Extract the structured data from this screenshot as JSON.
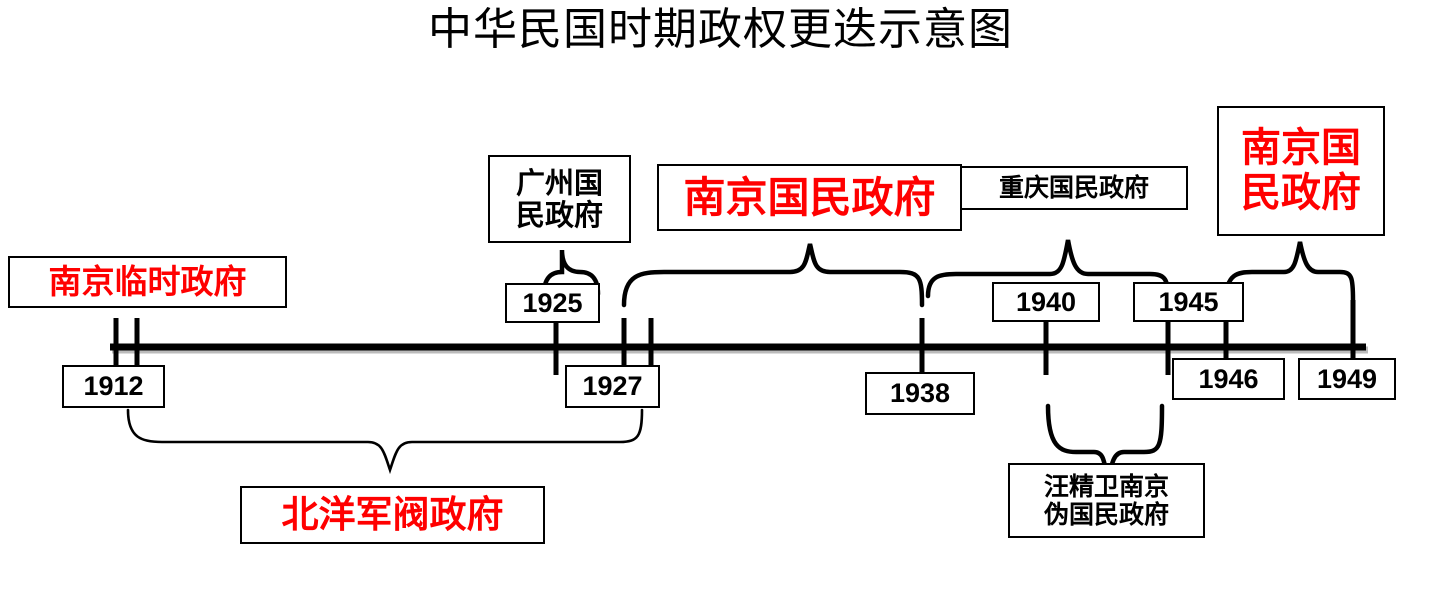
{
  "title": "中华民国时期政权更迭示意图",
  "colors": {
    "accent_red": "#FF0000",
    "text_black": "#000000",
    "line_black": "#000000",
    "background": "#FFFFFF"
  },
  "timeline": {
    "orientation": "horizontal",
    "start_year": "1912",
    "end_year": "1949",
    "year_markers": [
      {
        "id": "y1912",
        "label": "1912",
        "position_below": true
      },
      {
        "id": "y1925",
        "label": "1925",
        "position_below": false
      },
      {
        "id": "y1927",
        "label": "1927",
        "position_below": true
      },
      {
        "id": "y1938",
        "label": "1938",
        "position_below": true
      },
      {
        "id": "y1940",
        "label": "1940",
        "position_below": false
      },
      {
        "id": "y1945",
        "label": "1945",
        "position_below": false
      },
      {
        "id": "y1946",
        "label": "1946",
        "position_below": true
      },
      {
        "id": "y1949",
        "label": "1949",
        "position_below": true
      }
    ]
  },
  "governments": [
    {
      "id": "nanjing-provisional",
      "label": "南京临时政府",
      "color": "red",
      "span": "1912",
      "side": "above"
    },
    {
      "id": "guangzhou-national",
      "label_line1": "广州国",
      "label_line2": "民政府",
      "color": "black",
      "span": "1925-1927",
      "side": "above"
    },
    {
      "id": "nanjing-national",
      "label": "南京国民政府",
      "color": "red",
      "span": "1927-1938",
      "side": "above"
    },
    {
      "id": "chongqing-national",
      "label": "重庆国民政府",
      "color": "black",
      "span": "1938-1945",
      "side": "above"
    },
    {
      "id": "nanjing-national-post",
      "label_line1": "南京国",
      "label_line2": "民政府",
      "color": "red",
      "span": "1946-1949",
      "side": "above"
    },
    {
      "id": "beiyang-warlord",
      "label": "北洋军阀政府",
      "color": "red",
      "span": "1912-1927",
      "side": "below"
    },
    {
      "id": "wang-jingwei-puppet",
      "label_line1": "汪精卫南京",
      "label_line2": "伪国民政府",
      "color": "black",
      "span": "1940-1945",
      "side": "below"
    }
  ]
}
